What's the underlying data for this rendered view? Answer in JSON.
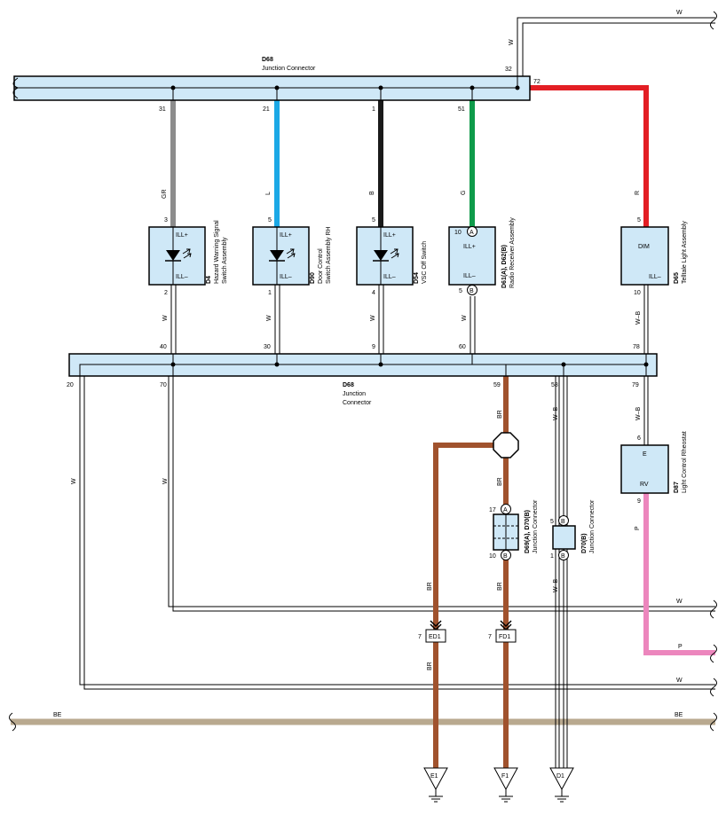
{
  "colors": {
    "connector_fill": "#cfe8f7",
    "module_fill": "#cfe8f7",
    "GR": "#8c8c8c",
    "L": "#1ba8e6",
    "B": "#1a1a1a",
    "G": "#0e9b4a",
    "R": "#e31e24",
    "BR": "#a0522d",
    "P": "#ec86bd",
    "BE": "#b9a98f",
    "W": "#ffffff"
  },
  "top_connector": {
    "code": "D68",
    "name": "Junction Connector",
    "pin_right": "72",
    "pin_top": "32",
    "pins": [
      "31",
      "21",
      "1",
      "51"
    ]
  },
  "mid_connector": {
    "code": "D68",
    "name_line1": "Junction",
    "name_line2": "Connector",
    "pins_top": [
      "40",
      "30",
      "9",
      "60",
      "78"
    ],
    "pins_bottom": [
      "20",
      "70",
      "59",
      "58",
      "79"
    ]
  },
  "wire_labels": {
    "top_w": "W",
    "top_w_vert": "W",
    "gr": "GR",
    "l": "L",
    "b": "B",
    "g": "G",
    "r": "R",
    "w1": "W",
    "w2": "W",
    "w3": "W",
    "w4": "W",
    "wb1": "W–B",
    "wb2": "W–B",
    "br1": "BR",
    "br2": "BR",
    "br3": "BR",
    "br4": "BR",
    "br5": "BR",
    "wb3": "W–B",
    "p_vert": "P",
    "left_w1": "W",
    "left_w2": "W",
    "right_w1": "W",
    "right_p": "P",
    "right_w2": "W",
    "be_left": "BE",
    "be_right": "BE"
  },
  "modules": [
    {
      "pin_top": "3",
      "pin_bot": "2",
      "label_top": "ILL+",
      "label_bot": "ILL–",
      "code": "D4",
      "name1": "Hazard Warning Signal",
      "name2": "Switch Assembly"
    },
    {
      "pin_top": "5",
      "pin_bot": "1",
      "label_top": "ILL+",
      "label_bot": "ILL–",
      "code": "D90",
      "name1": "Door Control",
      "name2": "Switch Assembly RH"
    },
    {
      "pin_top": "5",
      "pin_bot": "4",
      "label_top": "ILL+",
      "label_bot": "ILL–",
      "code": "D54",
      "name1": "VSC Off Switch",
      "name2": ""
    },
    {
      "pin_top": "10",
      "pin_bot": "5",
      "label_top": "ILL+",
      "label_bot": "ILL–",
      "conn_top": "A",
      "conn_bot": "B",
      "code": "D61(A), D62(B)",
      "name1": "Radio Receiver Assembly",
      "name2": ""
    },
    {
      "pin_top": "5",
      "pin_bot": "10",
      "label_top": "DIM",
      "label_bot": "ILL–",
      "code": "D65",
      "name1": "Telltale Light Assembly",
      "name2": ""
    },
    {
      "pin_top": "6",
      "pin_bot": "9",
      "label_top": "E",
      "label_bot": "RV",
      "code": "D87",
      "name1": "Light Control Rheostat",
      "name2": ""
    }
  ],
  "jc1": {
    "pin_top": "17",
    "pin_bot": "10",
    "conn_top": "A",
    "conn_bot": "B",
    "code": "D69(A), D70(B)",
    "name": "Junction Connector"
  },
  "jc2": {
    "pin_top": "5",
    "pin_bot": "1",
    "conn_top": "B",
    "conn_bot": "B",
    "code": "D70(B)",
    "name": "Junction Connector"
  },
  "inline": {
    "ed1_pin": "7",
    "ed1": "ED1",
    "fd1_pin": "7",
    "fd1": "FD1"
  },
  "grounds": [
    "E1",
    "F1",
    "D1"
  ]
}
